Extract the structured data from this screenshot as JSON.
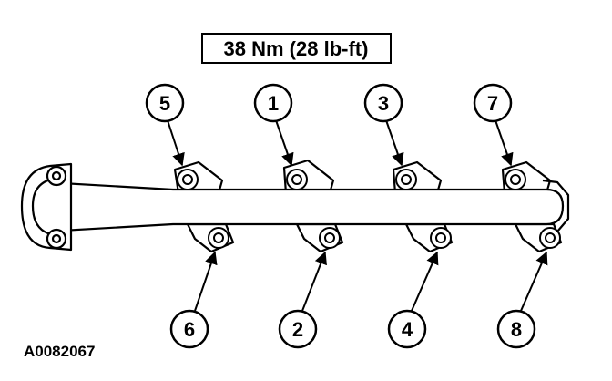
{
  "spec_box": {
    "label": "38 Nm (28 lb-ft)"
  },
  "figure_id": "A0082067",
  "callouts_top": [
    "5",
    "1",
    "3",
    "7"
  ],
  "callouts_bottom": [
    "6",
    "2",
    "4",
    "8"
  ]
}
